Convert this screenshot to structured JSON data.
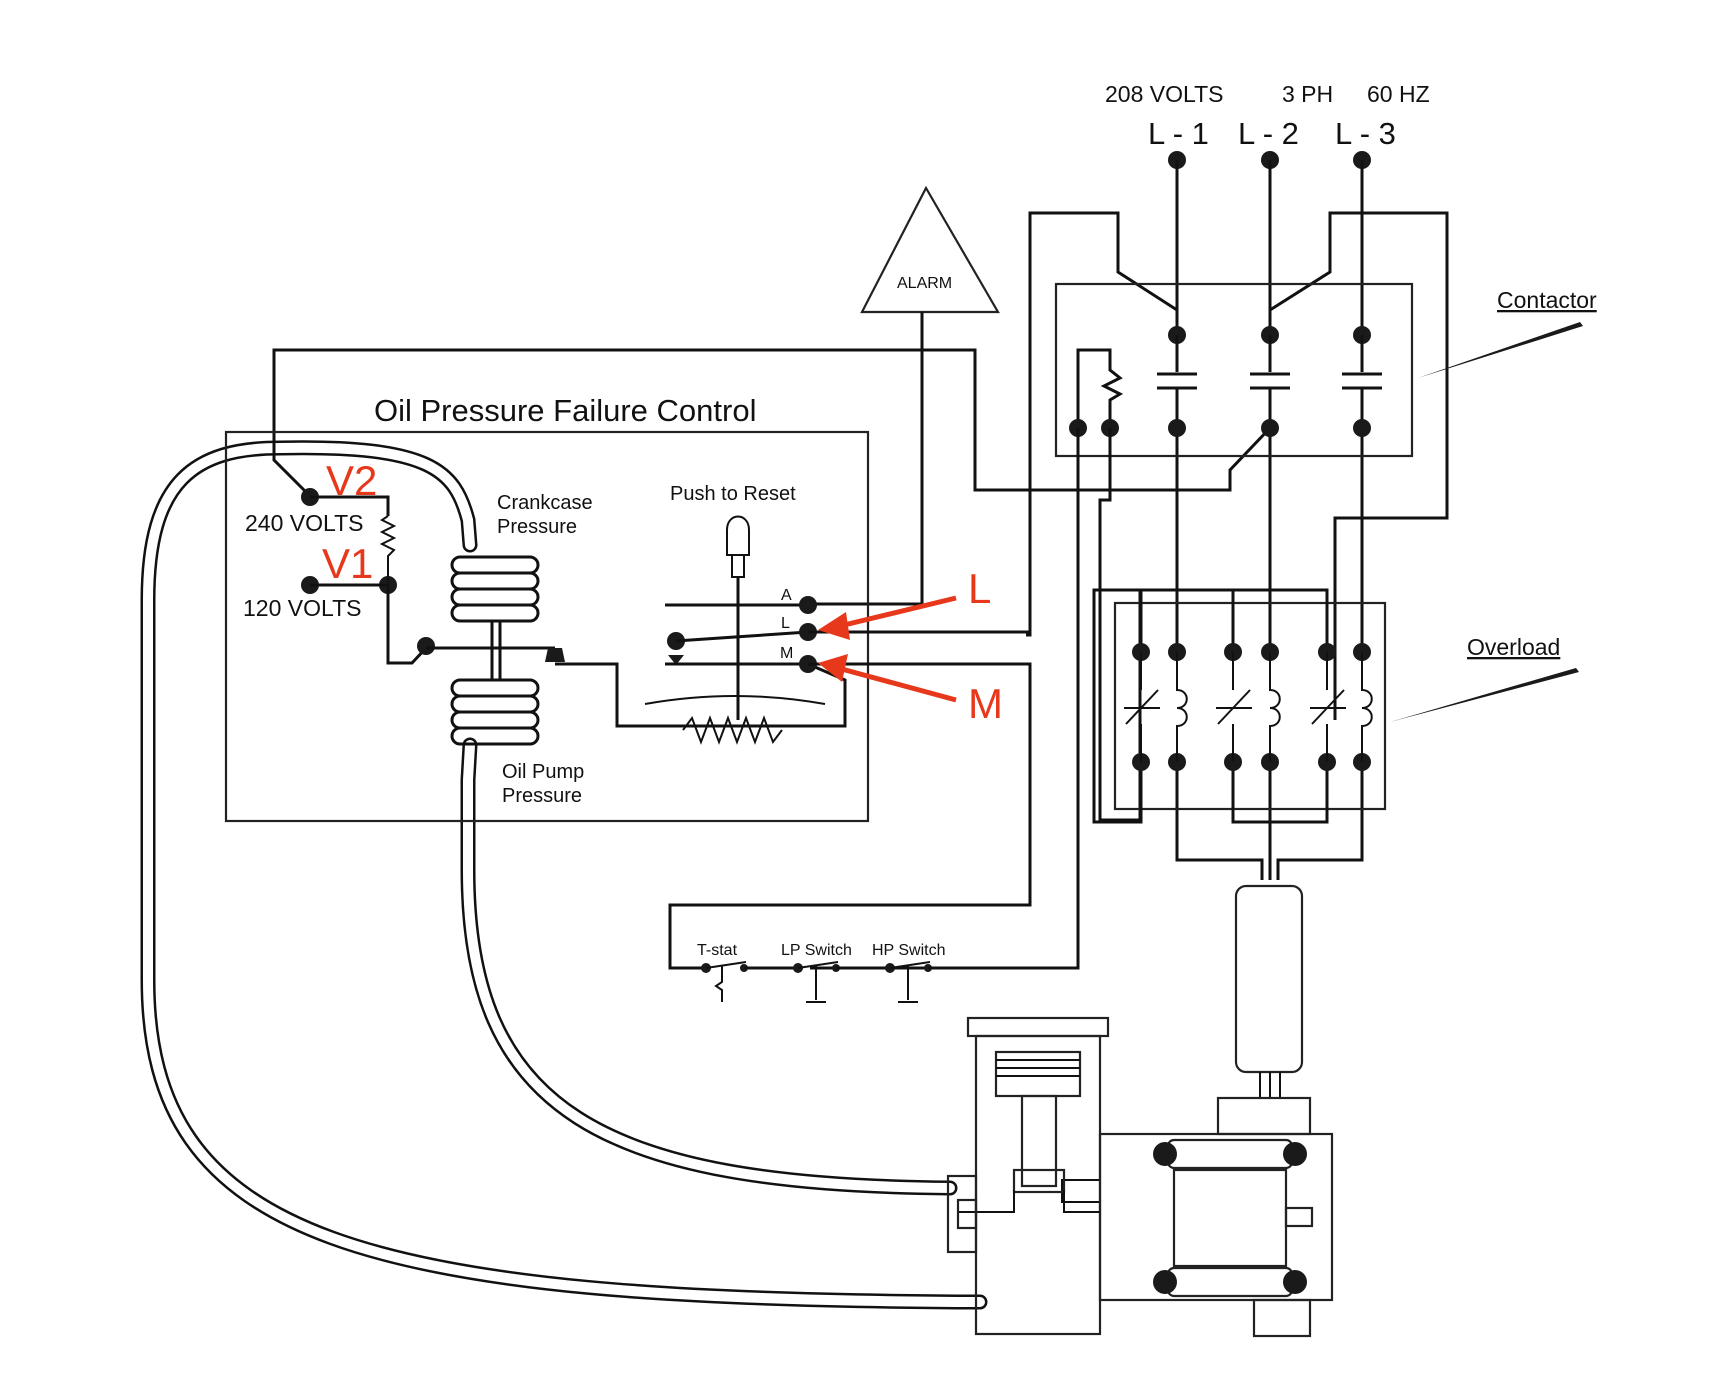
{
  "supply": {
    "voltage": "208  VOLTS",
    "phase": "3 PH",
    "frequency": "60 HZ",
    "lines": [
      "L - 1",
      "L - 2",
      "L - 3"
    ]
  },
  "alarm": {
    "label": "ALARM"
  },
  "control": {
    "title": "Oil Pressure Failure Control",
    "v240": "240 VOLTS",
    "v120": "120 VOLTS",
    "crankcase_line1": "Crankcase",
    "crankcase_line2": "Pressure",
    "oilpump_line1": "Oil Pump",
    "oilpump_line2": "Pressure",
    "push_to_reset": "Push to Reset",
    "terminal_a": "A",
    "terminal_l": "L",
    "terminal_m": "M"
  },
  "annotations": {
    "v2": "V2",
    "v1": "V1",
    "l": "L",
    "m": "M",
    "color": "#e8381c"
  },
  "components": {
    "contactor": "Contactor",
    "overload": "Overload"
  },
  "switches": {
    "tstat": "T-stat",
    "lp": "LP Switch",
    "hp": "HP Switch"
  }
}
